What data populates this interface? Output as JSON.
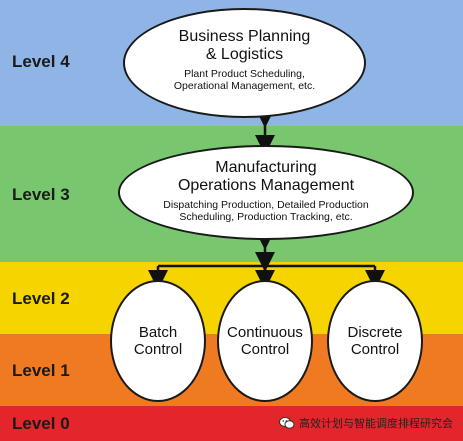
{
  "colors": {
    "level4": "#8fb4e6",
    "level3": "#78c76f",
    "level2": "#f5d400",
    "level1": "#f07a22",
    "level0": "#e3262b"
  },
  "levels": {
    "l4": "Level 4",
    "l3": "Level 3",
    "l2": "Level 2",
    "l1": "Level 1",
    "l0": "Level 0"
  },
  "bpl": {
    "title1": "Business Planning",
    "title2": "& Logistics",
    "sub1": "Plant Product Scheduling,",
    "sub2": "Operational Management, etc."
  },
  "mom": {
    "title1": "Manufacturing",
    "title2": "Operations Management",
    "sub1": "Dispatching Production, Detailed Production",
    "sub2": "Scheduling, Production Tracking, etc."
  },
  "controls": {
    "batch1": "Batch",
    "batch2": "Control",
    "cont1": "Continuous",
    "cont2": "Control",
    "disc1": "Discrete",
    "disc2": "Control"
  },
  "watermark": {
    "text": "高效计划与智能调度排程研究会",
    "icon": "wechat-icon"
  }
}
